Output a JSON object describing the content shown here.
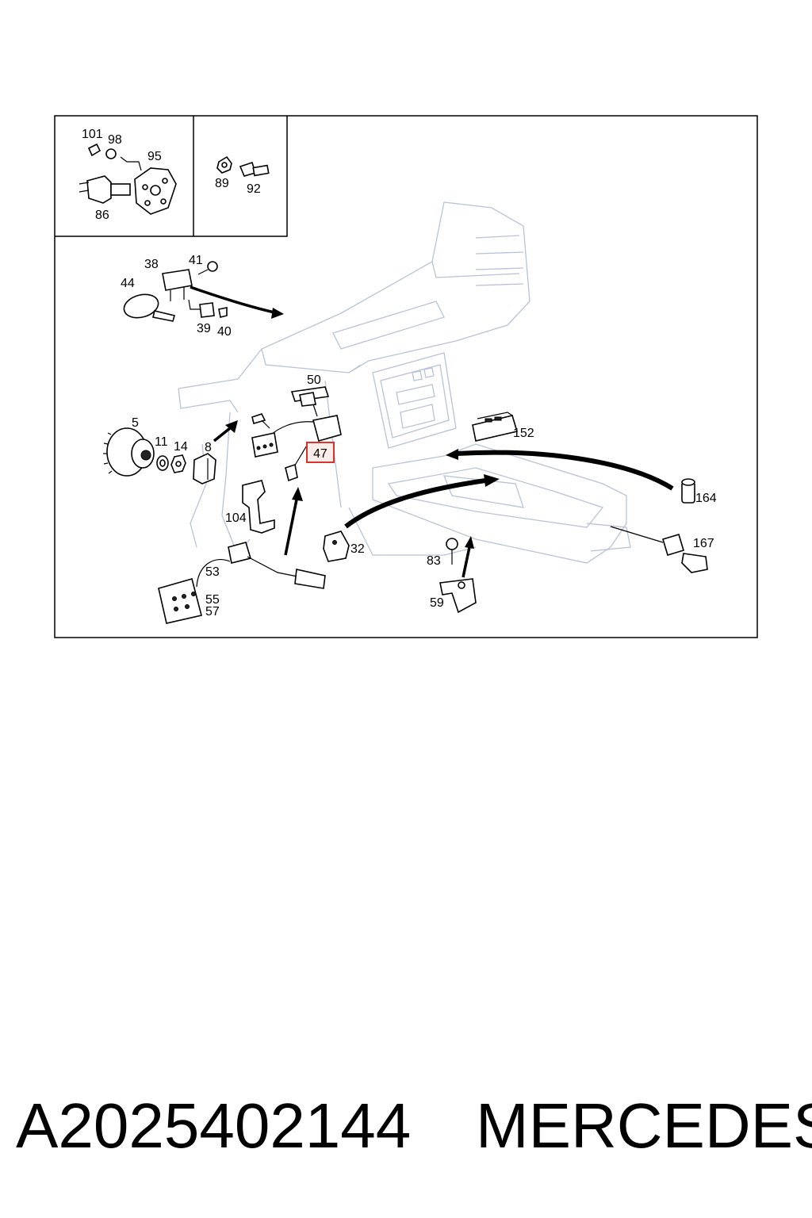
{
  "callouts": {
    "c101": "101",
    "c98": "98",
    "c95": "95",
    "c86": "86",
    "c89": "89",
    "c92": "92",
    "c38": "38",
    "c41": "41",
    "c44": "44",
    "c39": "39",
    "c40": "40",
    "c50": "50",
    "c5": "5",
    "c11": "11",
    "c14": "14",
    "c8": "8",
    "c47": "47",
    "c152": "152",
    "c164": "164",
    "c104": "104",
    "c32": "32",
    "c83": "83",
    "c53": "53",
    "c55": "55",
    "c57": "57",
    "c59": "59",
    "c167": "167"
  },
  "highlight": {
    "callout": "47",
    "color": "#d9342b"
  },
  "footer": {
    "part_number": "A2025402144",
    "brand": "MERCEDES"
  }
}
